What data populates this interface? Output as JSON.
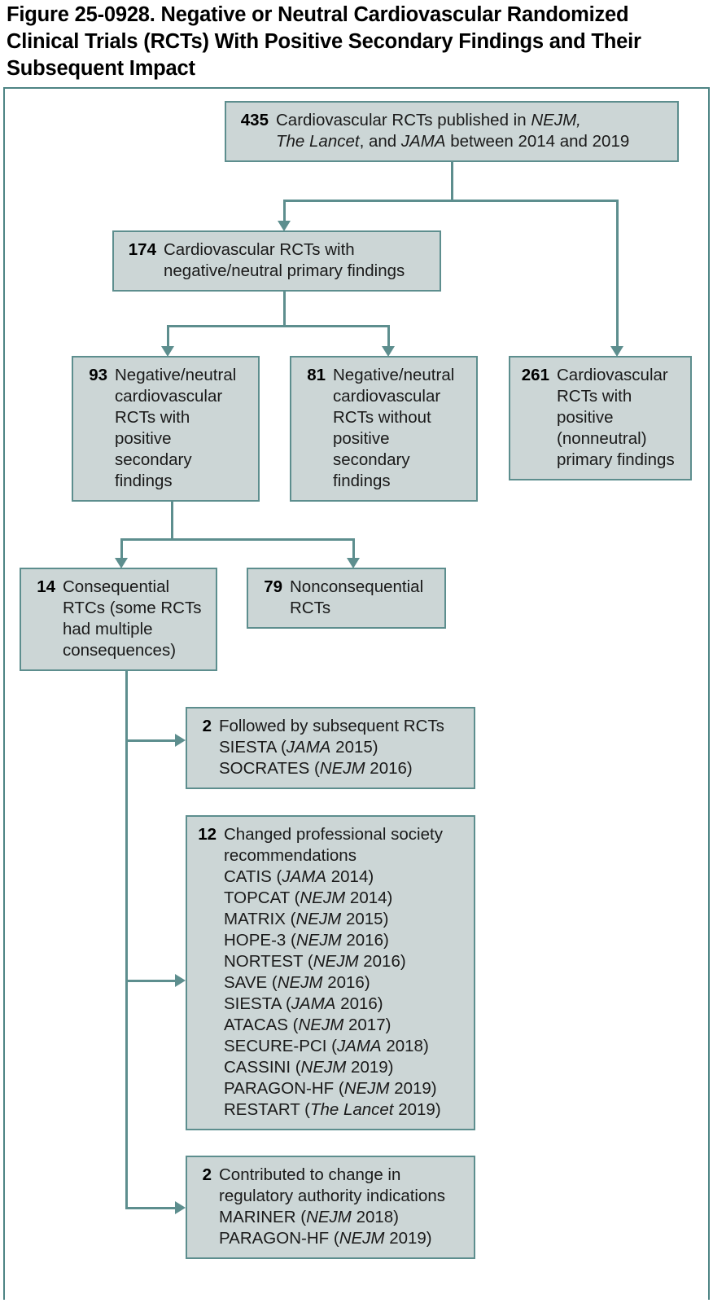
{
  "figure": {
    "title": "Figure 25-0928. Negative or Neutral Cardiovascular Randomized Clinical Trials (RCTs) With Positive Secondary Findings and Their Subsequent Impact",
    "accent_border": "#5d8e8e",
    "node_fill": "#ccd6d6",
    "frame_color": "#4e8484"
  },
  "chart_data": {
    "type": "diagram",
    "title": "Figure 25-0928. Negative or Neutral Cardiovascular Randomized Clinical Trials (RCTs) With Positive Secondary Findings and Their Subsequent Impact",
    "nodes": [
      {
        "id": "total",
        "count": "435",
        "lines": [
          "Cardiovascular RCTs published in NEJM,",
          "The Lancet, and JAMA between 2014 and 2019"
        ]
      },
      {
        "id": "negative",
        "count": "174",
        "lines": [
          "Cardiovascular RCTs with",
          "negative/neutral primary findings"
        ]
      },
      {
        "id": "with-positive-secondary",
        "count": "93",
        "lines": [
          "Negative/neutral",
          "cardiovascular",
          "RCTs with",
          "positive",
          "secondary",
          "findings"
        ]
      },
      {
        "id": "without-positive-secondary",
        "count": "81",
        "lines": [
          "Negative/neutral",
          "cardiovascular",
          "RCTs without",
          "positive",
          "secondary",
          "findings"
        ]
      },
      {
        "id": "positive-primary",
        "count": "261",
        "lines": [
          "Cardiovascular",
          "RCTs with",
          "positive",
          "(nonneutral)",
          "primary findings"
        ]
      },
      {
        "id": "consequential",
        "count": "14",
        "lines": [
          "Consequential",
          "RTCs (some RCTs",
          "had multiple",
          "consequences)"
        ]
      },
      {
        "id": "nonconsequential",
        "count": "79",
        "lines": [
          "Nonconsequential",
          "RCTs"
        ]
      },
      {
        "id": "subsequent-rcts",
        "count": "2",
        "lines": [
          "Followed by subsequent RCTs",
          "SIESTA (JAMA 2015)",
          "SOCRATES (NEJM 2016)"
        ]
      },
      {
        "id": "society-recommendations",
        "count": "12",
        "lines": [
          "Changed professional society",
          "recommendations",
          "CATIS (JAMA 2014)",
          "TOPCAT (NEJM 2014)",
          "MATRIX (NEJM 2015)",
          "HOPE-3 (NEJM 2016)",
          "NORTEST (NEJM 2016)",
          "SAVE (NEJM 2016)",
          "SIESTA (JAMA 2016)",
          "ATACAS (NEJM 2017)",
          "SECURE-PCI (JAMA 2018)",
          "CASSINI (NEJM 2019)",
          "PARAGON-HF (NEJM 2019)",
          "RESTART (The Lancet 2019)"
        ]
      },
      {
        "id": "regulatory",
        "count": "2",
        "lines": [
          "Contributed to change in",
          "regulatory authority indications",
          "MARINER (NEJM 2018)",
          "PARAGON-HF (NEJM 2019)"
        ]
      }
    ],
    "edges": [
      {
        "from": "total",
        "to": "negative"
      },
      {
        "from": "total",
        "to": "positive-primary"
      },
      {
        "from": "negative",
        "to": "with-positive-secondary"
      },
      {
        "from": "negative",
        "to": "without-positive-secondary"
      },
      {
        "from": "with-positive-secondary",
        "to": "consequential"
      },
      {
        "from": "with-positive-secondary",
        "to": "nonconsequential"
      },
      {
        "from": "consequential",
        "to": "subsequent-rcts"
      },
      {
        "from": "consequential",
        "to": "society-recommendations"
      },
      {
        "from": "consequential",
        "to": "regulatory"
      }
    ]
  },
  "nodes": {
    "total": {
      "count": "435",
      "l1_a": "Cardiovascular RCTs published in ",
      "l1_i": "NEJM,",
      "l2_i1": "The Lancet",
      "l2_a": ", and ",
      "l2_i2": "JAMA",
      "l2_b": " between 2014 and 2019"
    },
    "negative": {
      "count": "174",
      "l1": "Cardiovascular RCTs with",
      "l2": "negative/neutral primary findings"
    },
    "secondary_positive": {
      "count": "93",
      "l1": "Negative/neutral",
      "l2": "cardiovascular",
      "l3": "RCTs with",
      "l4": "positive",
      "l5": "secondary",
      "l6": "findings"
    },
    "secondary_none": {
      "count": "81",
      "l1": "Negative/neutral",
      "l2": "cardiovascular",
      "l3": "RCTs without",
      "l4": "positive",
      "l5": "secondary",
      "l6": "findings"
    },
    "primary_positive": {
      "count": "261",
      "l1": "Cardiovascular",
      "l2": "RCTs with",
      "l3": "positive",
      "l4": "(nonneutral)",
      "l5": "primary findings"
    },
    "consequential": {
      "count": "14",
      "l1": "Consequential",
      "l2": "RTCs (some RCTs",
      "l3": "had multiple",
      "l4": "consequences)"
    },
    "nonconsequential": {
      "count": "79",
      "l1": "Nonconsequential",
      "l2": "RCTs"
    },
    "subsequent": {
      "count": "2",
      "l1": "Followed by subsequent RCTs",
      "t1_name": "SIESTA (",
      "t1_j": "JAMA",
      "t1_y": " 2015)",
      "t2_name": "SOCRATES (",
      "t2_j": "NEJM",
      "t2_y": " 2016)"
    },
    "recommendations": {
      "count": "12",
      "l1": "Changed professional society",
      "l2": "recommendations",
      "trials": [
        {
          "name": "CATIS (",
          "journal": "JAMA",
          "year": " 2014)"
        },
        {
          "name": "TOPCAT (",
          "journal": "NEJM",
          "year": " 2014)"
        },
        {
          "name": "MATRIX (",
          "journal": "NEJM",
          "year": " 2015)"
        },
        {
          "name": "HOPE-3 (",
          "journal": "NEJM",
          "year": " 2016)"
        },
        {
          "name": "NORTEST (",
          "journal": "NEJM",
          "year": " 2016)"
        },
        {
          "name": "SAVE (",
          "journal": "NEJM",
          "year": " 2016)"
        },
        {
          "name": "SIESTA (",
          "journal": "JAMA",
          "year": " 2016)"
        },
        {
          "name": "ATACAS (",
          "journal": "NEJM",
          "year": " 2017)"
        },
        {
          "name": "SECURE-PCI (",
          "journal": "JAMA",
          "year": " 2018)"
        },
        {
          "name": "CASSINI (",
          "journal": "NEJM",
          "year": " 2019)"
        },
        {
          "name": "PARAGON-HF (",
          "journal": "NEJM",
          "year": " 2019)"
        },
        {
          "name": "RESTART (",
          "journal": "The Lancet",
          "year": " 2019)"
        }
      ]
    },
    "regulatory": {
      "count": "2",
      "l1": "Contributed to change in",
      "l2": "regulatory authority indications",
      "t1_name": "MARINER (",
      "t1_j": "NEJM",
      "t1_y": " 2018)",
      "t2_name": "PARAGON-HF (",
      "t2_j": "NEJM",
      "t2_y": " 2019)"
    }
  }
}
